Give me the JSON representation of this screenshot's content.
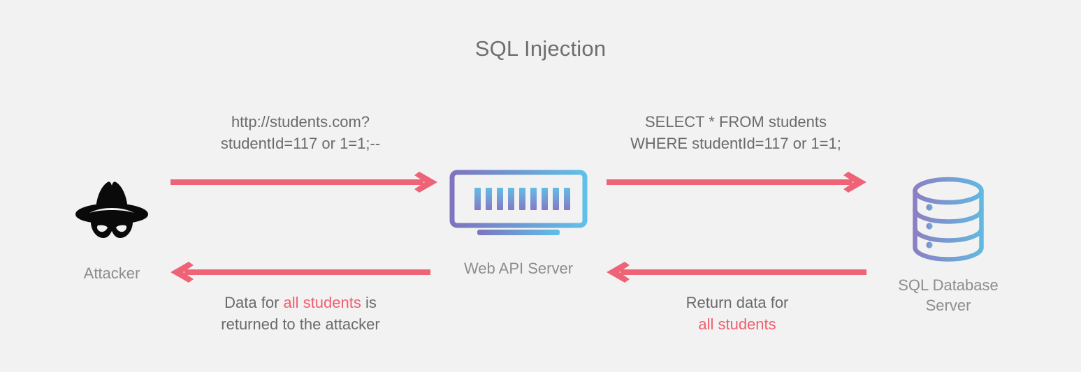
{
  "diagram": {
    "title": "SQL Injection",
    "background_color": "#f2f2f2",
    "title_color": "#6e6e6e",
    "arrow_color": "#ee6375",
    "highlight_color": "#ef5f6f",
    "text_color": "#6a6a6a",
    "label_color": "#8d8d8d",
    "gradient_start": "#8b7fc4",
    "gradient_end": "#62b8e0"
  },
  "nodes": [
    {
      "id": "attacker",
      "label": "Attacker",
      "icon": "attacker-hat-mask-icon"
    },
    {
      "id": "web-api-server",
      "label": "Web API Server",
      "icon": "monitor-server-icon"
    },
    {
      "id": "sql-database-server",
      "label_line1": "SQL Database",
      "label_line2": "Server",
      "icon": "database-cylinder-icon"
    }
  ],
  "flows": [
    {
      "id": "request-attacker-to-server",
      "direction": "right",
      "from": "attacker",
      "to": "web-api-server",
      "line1": "http://students.com?",
      "line2": "studentId=117 or 1=1;--"
    },
    {
      "id": "query-server-to-database",
      "direction": "right",
      "from": "web-api-server",
      "to": "sql-database-server",
      "line1": "SELECT * FROM students",
      "line2": "WHERE studentId=117 or 1=1;"
    },
    {
      "id": "response-server-to-attacker",
      "direction": "left",
      "from": "web-api-server",
      "to": "attacker",
      "line1_pre": "Data for ",
      "line1_highlight": "all students",
      "line1_post": " is",
      "line2": "returned to the attacker"
    },
    {
      "id": "response-database-to-server",
      "direction": "left",
      "from": "sql-database-server",
      "to": "web-api-server",
      "line1": "Return data for",
      "line2_highlight": "all students"
    }
  ]
}
